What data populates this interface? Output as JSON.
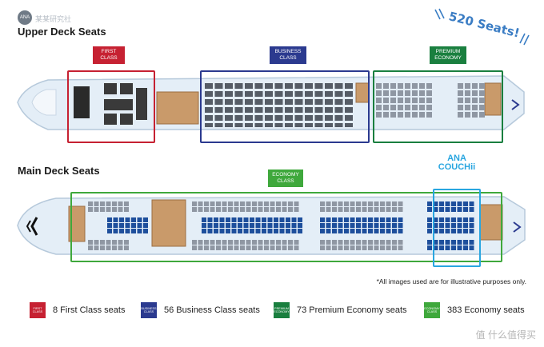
{
  "colors": {
    "first": "#c62132",
    "business": "#2b3a8f",
    "premium": "#1a7f3f",
    "economy": "#3fa83c",
    "couch": "#29a6e0",
    "fuselage": "#e4eef7",
    "outline": "#b6c9db",
    "seat_grey": "#8f97a3",
    "seat_blue": "#1e4f9c"
  },
  "header": {
    "brand_mark": "ANA",
    "watermark_text": "某某研究社",
    "seat_count_label": "520 Seats!"
  },
  "upper_deck": {
    "title": "Upper Deck Seats",
    "cabins": [
      {
        "id": "first",
        "label": "FIRST CLASS"
      },
      {
        "id": "business",
        "label": "BUSINESS CLASS"
      },
      {
        "id": "premium",
        "label": "PREMIUM ECONOMY"
      }
    ]
  },
  "main_deck": {
    "title": "Main Deck Seats",
    "cabins": [
      {
        "id": "economy",
        "label": "ECONOMY CLASS"
      }
    ],
    "couch_logo": {
      "line1": "ANA",
      "line2": "COUCHii"
    }
  },
  "note": "*All images used are for illustrative purposes only.",
  "legend": [
    {
      "id": "first",
      "swatch_label": "FIRST CLASS",
      "text": "8 First Class seats",
      "count": 8
    },
    {
      "id": "business",
      "swatch_label": "BUSINESS CLASS",
      "text": "56 Business Class seats",
      "count": 56
    },
    {
      "id": "premium",
      "swatch_label": "PREMIUM ECONOMY",
      "text": "73 Premium Economy seats",
      "count": 73
    },
    {
      "id": "economy",
      "swatch_label": "ECONOMY CLASS",
      "text": "383 Economy seats",
      "count": 383
    }
  ],
  "footer_watermark": "值 什么值得买"
}
